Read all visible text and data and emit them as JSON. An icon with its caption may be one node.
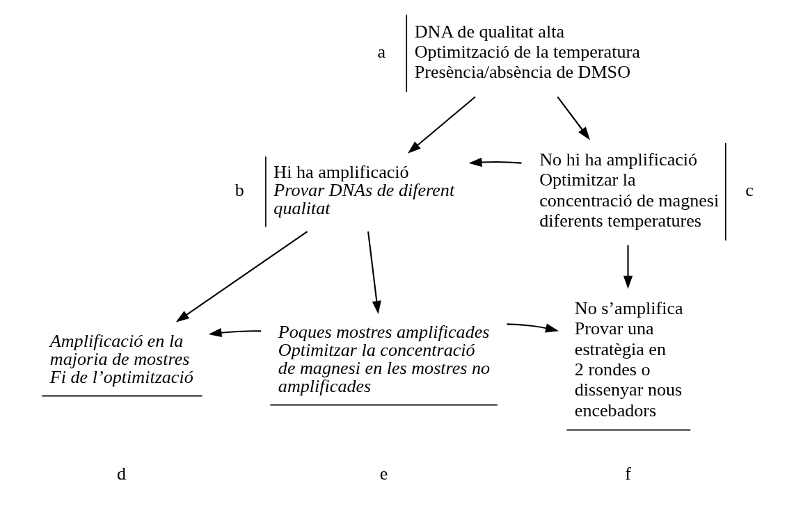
{
  "diagram": {
    "nodes": [
      {
        "text": [
          "DNA de qualitat alta",
          "Optimització de la temperatura",
          "Presència/absència de DMSO"
        ],
        "beside": [
          "a"
        ]
      },
      {
        "text": [
          "Hi ha amplificació",
          "Provar DNAs de diferent qualitat"
        ],
        "beside": [
          "b"
        ]
      },
      {
        "text": [
          "No hi ha amplificació",
          "Optimitzar la concentració de magnesi",
          "diferents temperatures"
        ],
        "beside": [
          "c"
        ]
      },
      {
        "text": [
          "Amplificació en la majoria de mostres",
          "Fi de l’optimització"
        ],
        "beside": [
          "d"
        ]
      },
      {
        "text": [
          "Poques mostres amplificades",
          "Optimitzar la concentració de magnesi en les mostres no amplificades"
        ],
        "beside": [
          "e"
        ]
      },
      {
        "text": [
          "No s’amplifica",
          "Provar una estratègia en 2 rondes o dissenyar nous encebadors"
        ],
        "beside": [
          "f"
        ]
      }
    ],
    "edges": [
      {
        "from": 0,
        "to": 1,
        "arrow": "to"
      },
      {
        "from": 0,
        "to": 2,
        "arrow": "to"
      },
      {
        "from": 2,
        "to": 1,
        "arrow": "to"
      },
      {
        "from": 1,
        "to": 3,
        "arrow": "to"
      },
      {
        "from": 1,
        "to": 4,
        "arrow": "to"
      },
      {
        "from": 4,
        "to": 3,
        "arrow": "to"
      },
      {
        "from": 4,
        "to": 5,
        "arrow": "to"
      },
      {
        "from": 2,
        "to": 5,
        "arrow": "to"
      }
    ]
  }
}
